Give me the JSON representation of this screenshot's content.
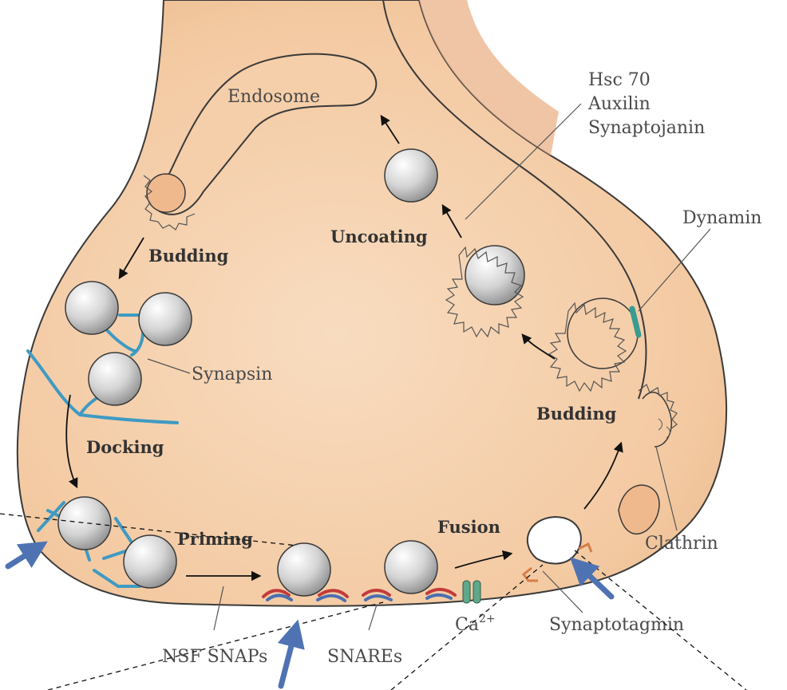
{
  "labels": {
    "endosome": "Endosome",
    "hsc70": "Hsc 70",
    "auxilin": "Auxilin",
    "synaptojanin": "Synaptojanin",
    "dynamin": "Dynamin",
    "uncoating": "Uncoating",
    "budding_top": "Budding",
    "budding_right": "Budding",
    "synapsin": "Synapsin",
    "docking": "Docking",
    "priming": "Priming",
    "fusion": "Fusion",
    "clathrin": "Clathrin",
    "synaptotagmin": "Synaptotagmin",
    "ca": "Ca",
    "ca_sup": "2+",
    "nsf_snaps": "NSF SNAPs",
    "snares": "SNAREs"
  },
  "colors": {
    "terminal_fill": "#f3c9a1",
    "terminal_edge": "#e6ad7f",
    "outline": "#3a3a3a",
    "vesicle": "#c8c8c8",
    "synapsin_fiber": "#3f9ac3",
    "snare_red": "#c23b3b",
    "snare_blue": "#4a6fb0",
    "arrow_blue": "#6b8ec7",
    "channel_green": "#5fa88a"
  }
}
